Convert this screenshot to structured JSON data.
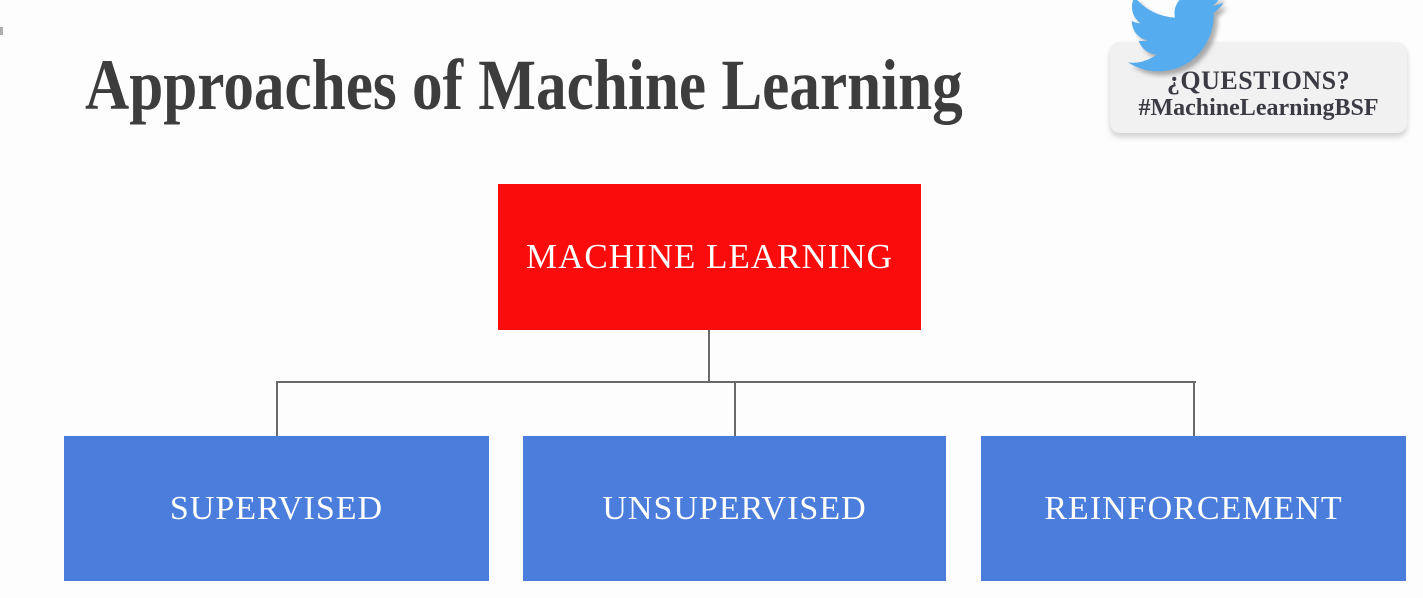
{
  "slide": {
    "title": "Approaches of Machine Learning",
    "background_color": "#fdfdfd",
    "title_color": "#3d3d3d"
  },
  "question_badge": {
    "line1": "¿QUESTIONS?",
    "line2": "#MachineLearningBSF",
    "icon": "twitter-bird-icon",
    "bg_color": "#f1f1f1",
    "text_color": "#3b3b44",
    "bird_color": "#55acee"
  },
  "org_chart": {
    "root": {
      "label": "MACHINE LEARNING",
      "bg_color": "#fb0c0c",
      "text_color": "#ffffff"
    },
    "children": [
      {
        "label": "SUPERVISED",
        "bg_color": "#4a7ddc",
        "text_color": "#ffffff"
      },
      {
        "label": "UNSUPERVISED",
        "bg_color": "#4a7ddc",
        "text_color": "#ffffff"
      },
      {
        "label": "REINFORCEMENT",
        "bg_color": "#4a7ddc",
        "text_color": "#ffffff"
      }
    ],
    "connector_color": "#6a6a6a"
  }
}
